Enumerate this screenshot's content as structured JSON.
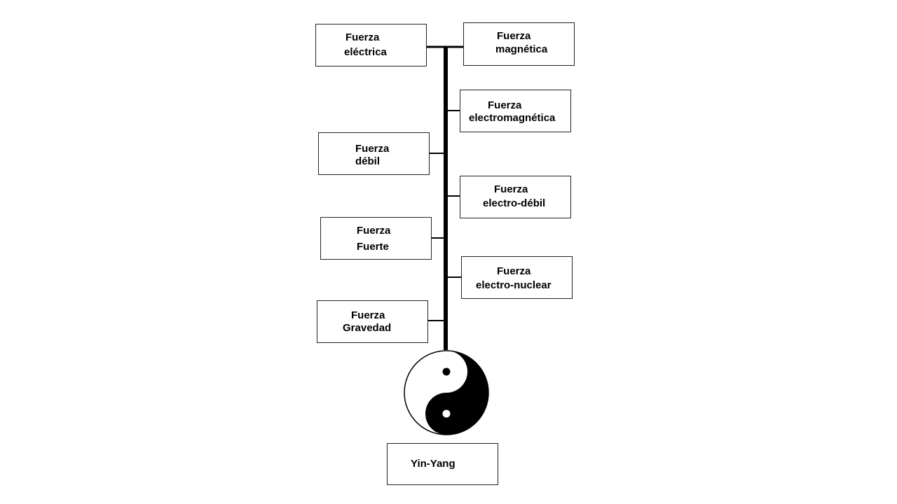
{
  "nodes": [
    {
      "id": "electrica",
      "lines": [
        "Fuerza",
        "eléctrica"
      ]
    },
    {
      "id": "magnetica",
      "lines": [
        "Fuerza",
        "magnética"
      ]
    },
    {
      "id": "electromagnetica",
      "lines": [
        "Fuerza",
        "electromagnética"
      ]
    },
    {
      "id": "debil",
      "lines": [
        "Fuerza",
        "débil"
      ]
    },
    {
      "id": "electro-debil",
      "lines": [
        "Fuerza",
        "electro-débil"
      ]
    },
    {
      "id": "fuerte",
      "lines": [
        "Fuerza",
        "Fuerte"
      ]
    },
    {
      "id": "electro-nuclear",
      "lines": [
        "Fuerza",
        "electro-nuclear"
      ]
    },
    {
      "id": "gravedad",
      "lines": [
        "Fuerza",
        "Gravedad"
      ]
    }
  ],
  "root": {
    "label": "Yin-Yang",
    "symbol": "yin-yang-icon"
  },
  "colors": {
    "line": "#000000",
    "border": "#222222",
    "background": "#ffffff"
  }
}
